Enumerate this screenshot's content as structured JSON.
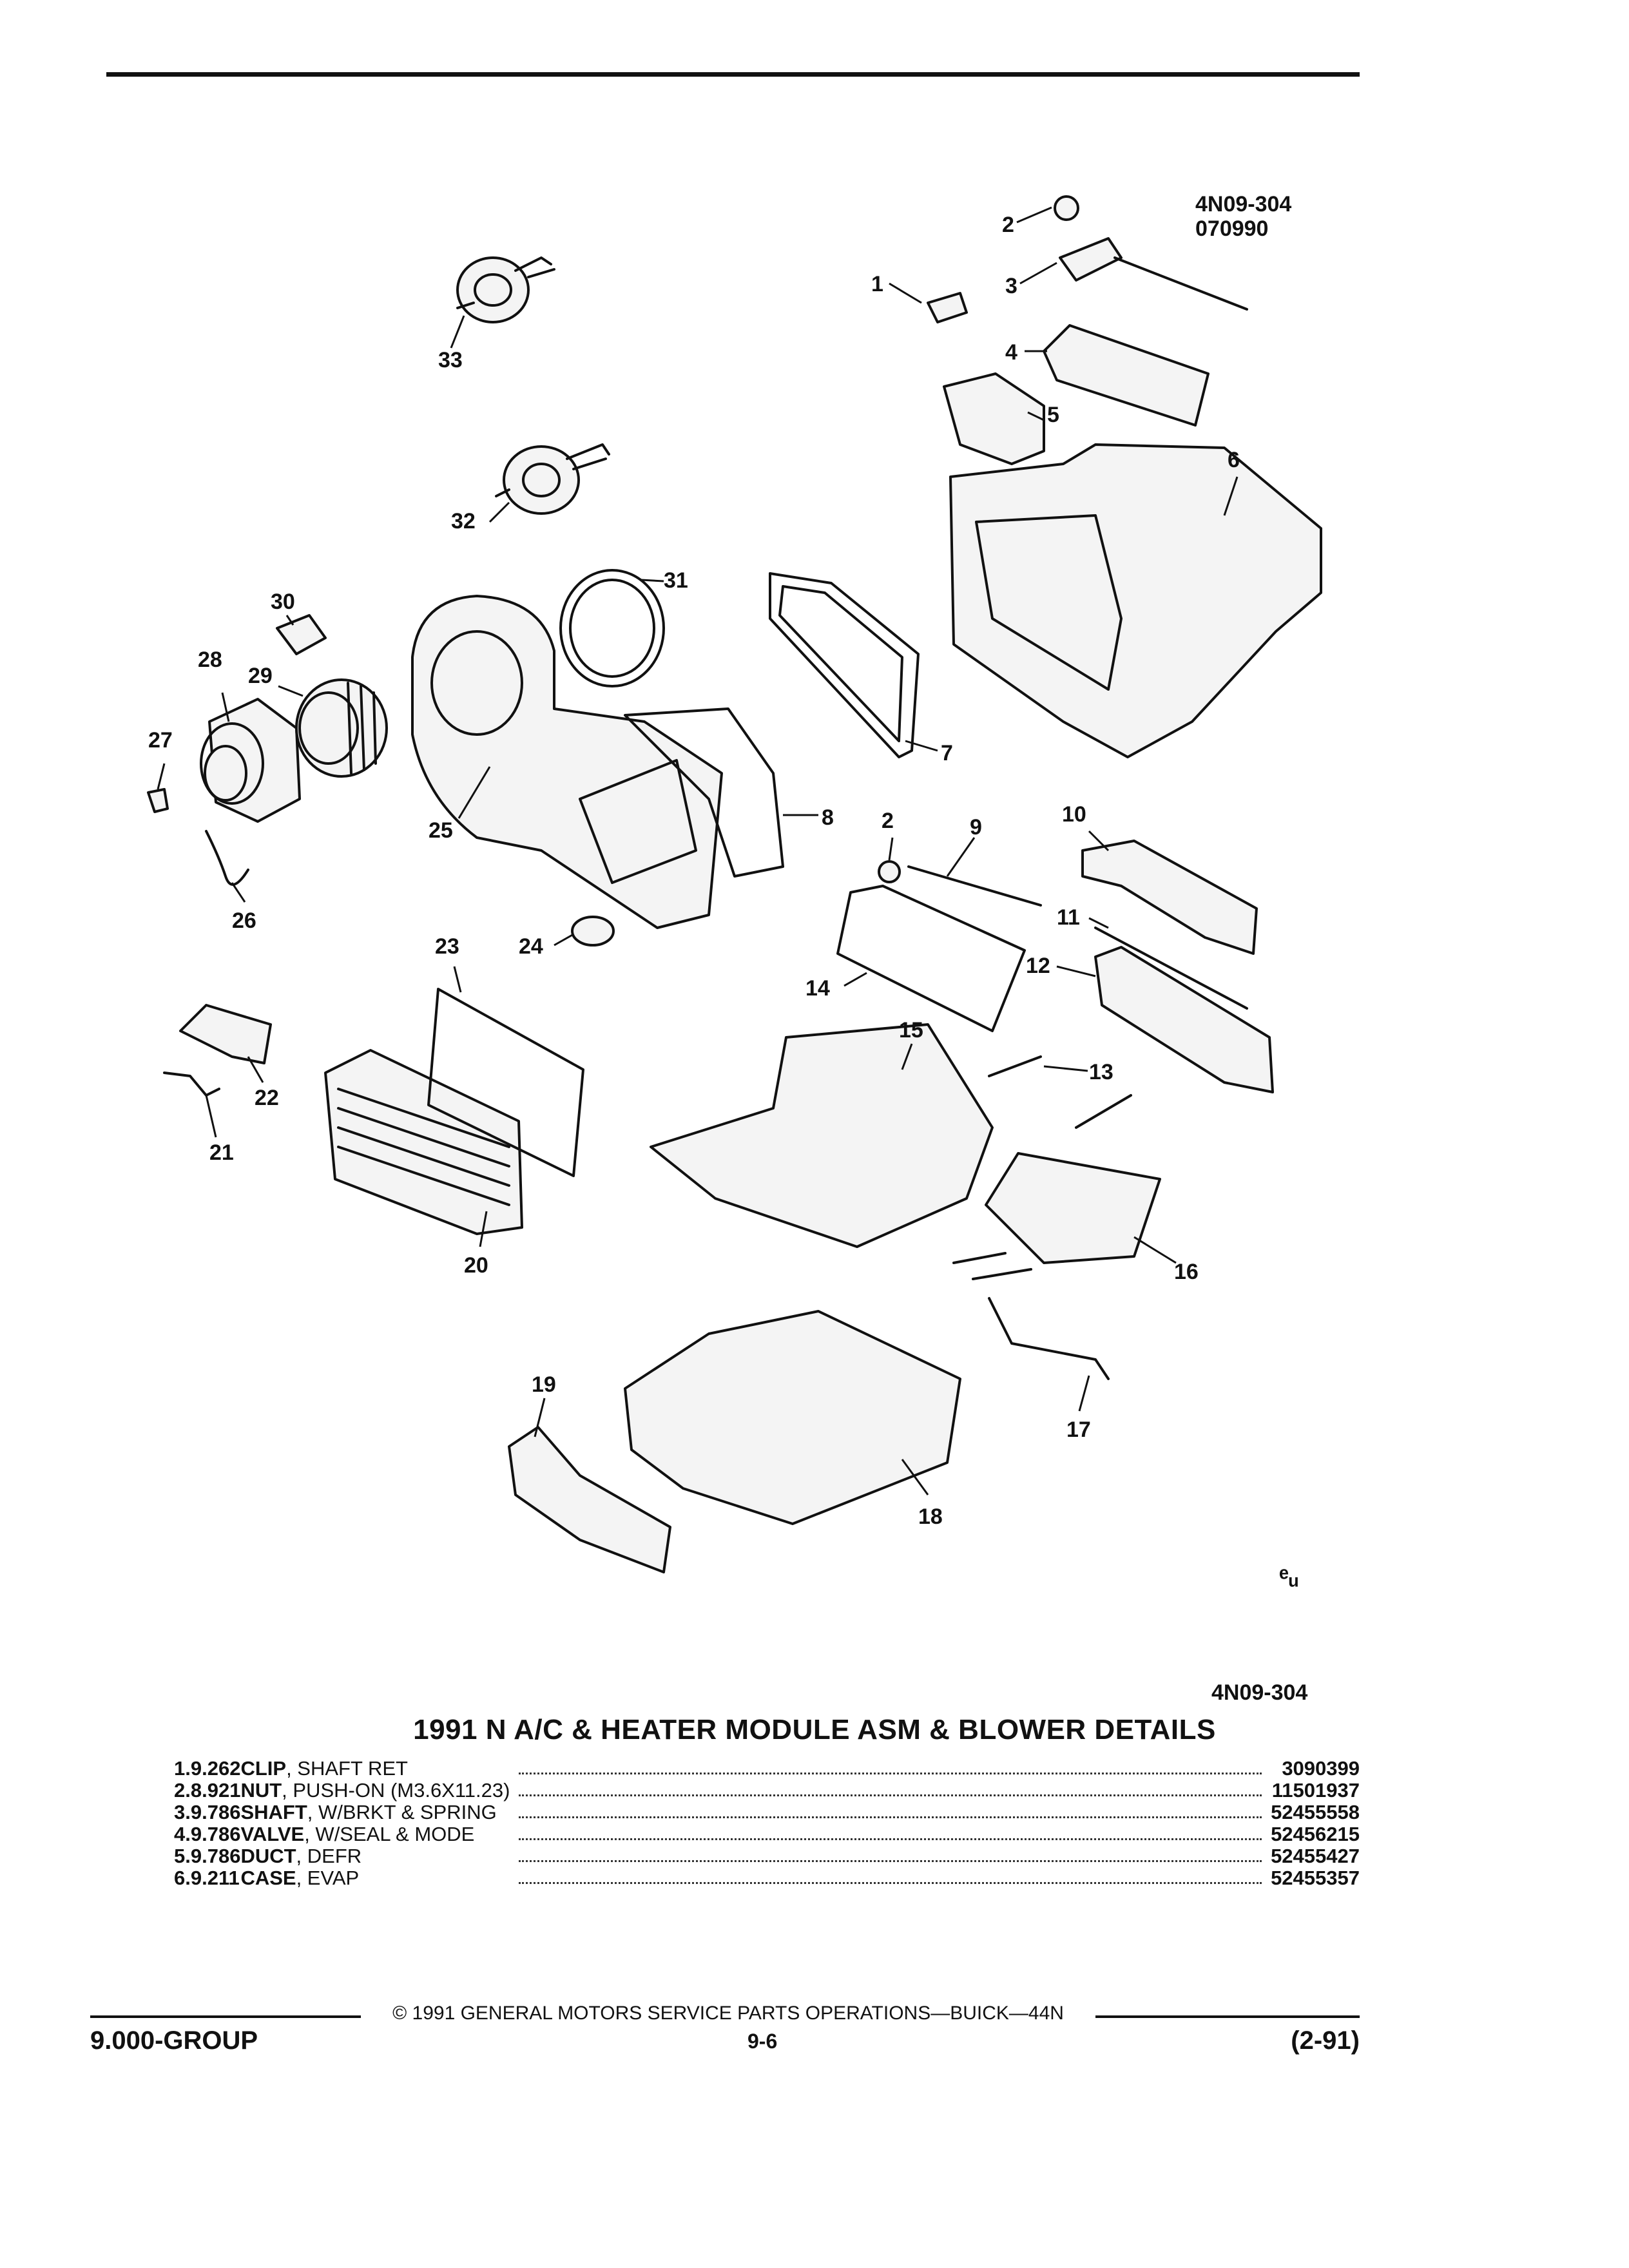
{
  "figure": {
    "code_top": "4N09-304",
    "date_code": "070990",
    "code_bottom": "4N09-304",
    "stamp": "ᵉᵤ"
  },
  "callouts": [
    "1",
    "2",
    "3",
    "4",
    "5",
    "6",
    "7",
    "8",
    "2",
    "9",
    "10",
    "11",
    "12",
    "13",
    "14",
    "15",
    "16",
    "17",
    "18",
    "19",
    "20",
    "21",
    "22",
    "23",
    "24",
    "25",
    "26",
    "27",
    "28",
    "29",
    "30",
    "31",
    "32",
    "33"
  ],
  "title": "1991 N A/C & HEATER MODULE ASM & BLOWER DETAILS",
  "parts": [
    {
      "num": "1.",
      "code": "9.262",
      "name": "CLIP",
      "detail": ", SHAFT RET",
      "pn": "3090399"
    },
    {
      "num": "2.",
      "code": "8.921",
      "name": "NUT",
      "detail": ", PUSH-ON (M3.6X11.23)",
      "pn": "11501937"
    },
    {
      "num": "3.",
      "code": "9.786",
      "name": "SHAFT",
      "detail": ", W/BRKT & SPRING",
      "pn": "52455558"
    },
    {
      "num": "4.",
      "code": "9.786",
      "name": "VALVE",
      "detail": ", W/SEAL & MODE",
      "pn": "52456215"
    },
    {
      "num": "5.",
      "code": "9.786",
      "name": "DUCT",
      "detail": ", DEFR",
      "pn": "52455427"
    },
    {
      "num": "6.",
      "code": "9.211",
      "name": "CASE",
      "detail": ", EVAP",
      "pn": "52455357"
    }
  ],
  "footer": {
    "copyright": "© 1991 GENERAL MOTORS SERVICE PARTS OPERATIONS—BUICK—44N",
    "group": "9.000-GROUP",
    "page": "9-6",
    "revision": "(2-91)"
  }
}
